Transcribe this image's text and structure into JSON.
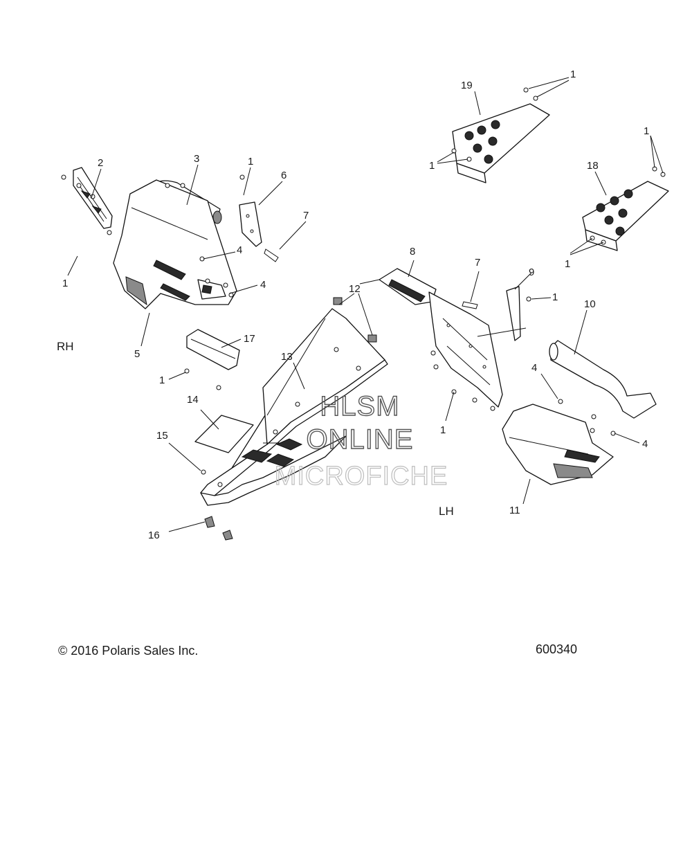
{
  "callouts": {
    "c1a": "1",
    "c1b": "1",
    "c1c": "1",
    "c1d": "1",
    "c1e": "1",
    "c1f": "1",
    "c1g": "1",
    "c1h": "1",
    "c1i": "1",
    "c2": "2",
    "c3": "3",
    "c4a": "4",
    "c4b": "4",
    "c4c": "4",
    "c4d": "4",
    "c5": "5",
    "c6": "6",
    "c7a": "7",
    "c7b": "7",
    "c8": "8",
    "c9": "9",
    "c10": "10",
    "c11": "11",
    "c12": "12",
    "c13": "13",
    "c14": "14",
    "c15": "15",
    "c16": "16",
    "c17": "17",
    "c18": "18",
    "c19": "19"
  },
  "side_labels": {
    "right": "RH",
    "left": "LH"
  },
  "watermark": {
    "line1": "HLSM",
    "line2": "ONLINE",
    "line3": "MICROFICHE"
  },
  "footer": {
    "copyright": "© 2016 Polaris Sales Inc.",
    "diagram_number": "600340"
  }
}
